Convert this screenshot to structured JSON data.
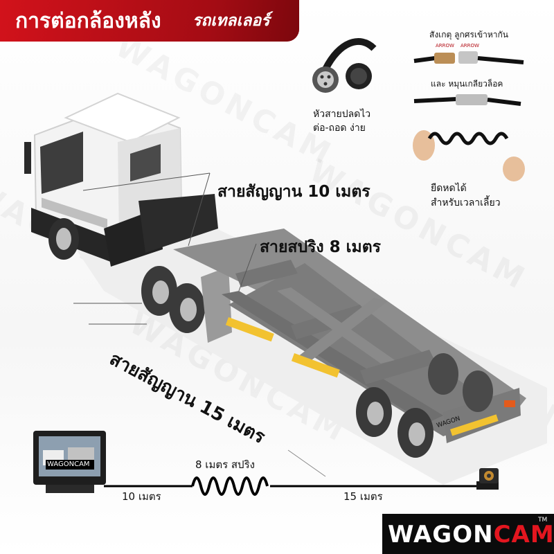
{
  "title": {
    "main": "การต่อกล้องหลัง",
    "sub": "รถเทลเลอร์"
  },
  "watermark_text": "WAGONCAM",
  "labels": {
    "cable_10m": "สายสัญญาน 10 เมตร",
    "spring_8m": "สายสปริง 8 เมตร",
    "cable_15m": "สายสัญญาน  15 เมตร"
  },
  "connector_info": {
    "head_line1": "หัวสายปลดไว",
    "head_line2": "ต่อ-ถอด ง่าย",
    "align_note": "สังเกตุ ลูกศรเข้าหากัน",
    "lock_note": "และ หมุนเกลียวล็อค",
    "arrow_left": "ARROW",
    "arrow_right": "ARROW",
    "stretch_line1": "ยืดหดได้",
    "stretch_line2": "สำหรับเวลาเลี้ยว"
  },
  "bottom_line": {
    "spring_label": "8 เมตร สปริง",
    "left_label": "10 เมตร",
    "right_label": "15 เมตร"
  },
  "monitor_brand": "WAGONCAM",
  "trailer_brand": "WAGON",
  "logo": {
    "part1": "WAGON",
    "part2": "CAM",
    "tm": "TM"
  },
  "colors": {
    "brand_red": "#d2121b",
    "dark": "#0b0b0b",
    "trailer_grey": "#8d8d8d",
    "warning_yellow": "#f2c230"
  }
}
